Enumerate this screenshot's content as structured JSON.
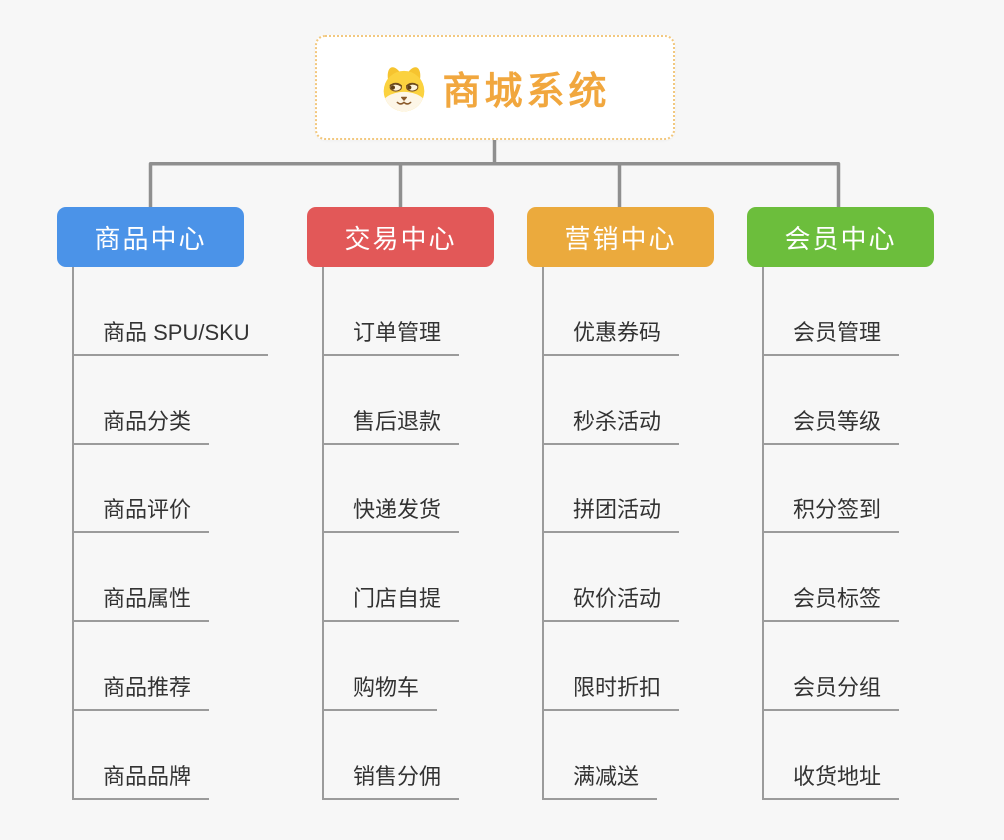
{
  "root": {
    "title": "商城系统",
    "icon": "dog-face-icon",
    "title_color": "#f1a73e",
    "border_color": "#f2c87f"
  },
  "connector_color": "#8f8f8f",
  "line_color": "#9b9b9b",
  "branches": [
    {
      "label": "商品中心",
      "color": "#4b93e8",
      "children": [
        "商品 SPU/SKU",
        "商品分类",
        "商品评价",
        "商品属性",
        "商品推荐",
        "商品品牌"
      ]
    },
    {
      "label": "交易中心",
      "color": "#e25858",
      "children": [
        "订单管理",
        "售后退款",
        "快递发货",
        "门店自提",
        "购物车",
        "销售分佣"
      ]
    },
    {
      "label": "营销中心",
      "color": "#ebaa3d",
      "children": [
        "优惠券码",
        "秒杀活动",
        "拼团活动",
        "砍价活动",
        "限时折扣",
        "满减送"
      ]
    },
    {
      "label": "会员中心",
      "color": "#6cbe3c",
      "children": [
        "会员管理",
        "会员等级",
        "积分签到",
        "会员标签",
        "会员分组",
        "收货地址"
      ]
    }
  ]
}
